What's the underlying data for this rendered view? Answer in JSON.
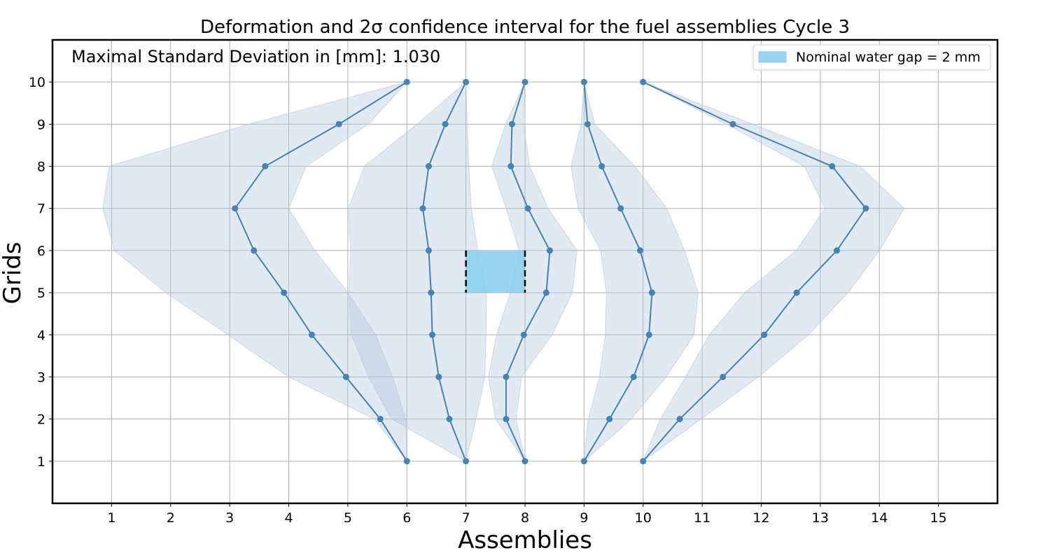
{
  "chart_data": {
    "type": "line",
    "title": "Deformation and 2σ confidence interval for the fuel assemblies Cycle 3",
    "xlabel": "Assemblies",
    "ylabel": "Grids",
    "xlim": [
      0,
      16
    ],
    "ylim": [
      0,
      11
    ],
    "xticks": [
      1,
      2,
      3,
      4,
      5,
      6,
      7,
      8,
      9,
      10,
      11,
      12,
      13,
      14,
      15
    ],
    "yticks": [
      1,
      2,
      3,
      4,
      5,
      6,
      7,
      8,
      9,
      10
    ],
    "grid": true,
    "annotation": "Maximal Standard Deviation in [mm]: 1.030",
    "legend": {
      "placement": "top-right",
      "entries": [
        "Nominal water gap = 2 mm"
      ]
    },
    "colors": {
      "line": "#4682b4",
      "band": "#b0c4de",
      "gap_fill": "#87ceeb",
      "gap_edge": "#000000"
    },
    "grids": [
      1,
      2,
      3,
      4,
      5,
      6,
      7,
      8,
      9,
      10
    ],
    "series": [
      {
        "values": [
          6.0,
          5.55,
          4.97,
          4.39,
          3.92,
          3.41,
          3.09,
          3.6,
          4.85,
          6.0
        ],
        "lower": [
          6.0,
          5.45,
          4.0,
          2.97,
          1.92,
          1.05,
          0.85,
          0.96,
          3.32,
          6.0
        ],
        "upper": [
          6.0,
          5.98,
          5.76,
          5.47,
          5.0,
          4.44,
          4.0,
          4.29,
          5.35,
          6.0
        ]
      },
      {
        "values": [
          7.0,
          6.72,
          6.54,
          6.43,
          6.41,
          6.37,
          6.27,
          6.37,
          6.65,
          7.0
        ],
        "lower": [
          7.0,
          5.74,
          5.35,
          5.06,
          5.02,
          5.05,
          5.01,
          5.28,
          6.17,
          7.0
        ],
        "upper": [
          7.0,
          7.17,
          7.32,
          7.34,
          7.35,
          7.2,
          7.09,
          7.05,
          7.02,
          7.0
        ]
      },
      {
        "values": [
          8.0,
          7.68,
          7.68,
          7.98,
          8.36,
          8.42,
          8.05,
          7.76,
          7.78,
          8.0
        ],
        "lower": [
          8.0,
          7.5,
          7.38,
          7.52,
          7.75,
          7.9,
          7.68,
          7.44,
          7.67,
          8.0
        ],
        "upper": [
          8.0,
          7.85,
          7.94,
          8.46,
          8.8,
          8.88,
          8.39,
          8.08,
          7.97,
          8.0
        ]
      },
      {
        "values": [
          9.0,
          9.43,
          9.84,
          10.1,
          10.15,
          9.95,
          9.62,
          9.3,
          9.06,
          9.0
        ],
        "lower": [
          9.0,
          9.07,
          9.26,
          9.36,
          9.38,
          9.28,
          8.9,
          8.78,
          8.95,
          9.0
        ],
        "upper": [
          9.0,
          9.8,
          10.39,
          10.86,
          10.93,
          10.7,
          10.4,
          9.86,
          9.18,
          9.0
        ]
      },
      {
        "values": [
          10.0,
          10.62,
          11.35,
          12.05,
          12.6,
          13.28,
          13.77,
          13.2,
          11.52,
          10.0
        ],
        "lower": [
          10.0,
          10.29,
          10.72,
          11.12,
          11.72,
          12.59,
          13.08,
          12.73,
          11.41,
          10.0
        ],
        "upper": [
          10.0,
          10.98,
          11.95,
          12.8,
          13.47,
          14.0,
          14.42,
          13.67,
          11.86,
          10.0
        ]
      }
    ],
    "water_gap": {
      "x": [
        7,
        8
      ],
      "y": [
        5,
        6
      ]
    }
  }
}
